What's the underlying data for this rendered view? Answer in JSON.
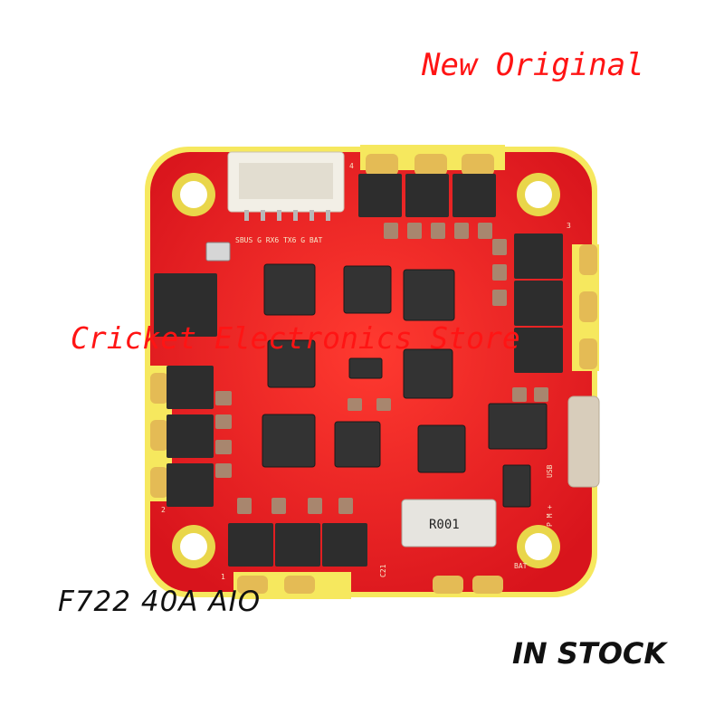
{
  "overlay": {
    "new_original": "New Original",
    "store_watermark": "Cricket Electronics Store",
    "model": "F722 40A AIO",
    "stock": "IN STOCK"
  },
  "board_silkscreen": {
    "connector_pins": "SBUS G RX6 TX6 G BAT",
    "shunt": "R001",
    "motor_1": "1",
    "motor_2": "2",
    "motor_3": "3",
    "motor_4": "4",
    "bat": "BAT",
    "usb": "USB",
    "pm": "P M +",
    "c21": "C21"
  },
  "colors": {
    "board_red": "#e8202a",
    "board_edge": "#f4e65e",
    "pad_gold": "#d9b24a",
    "chip_dark": "#2b2b2b",
    "watermark_red": "#ff1414"
  }
}
